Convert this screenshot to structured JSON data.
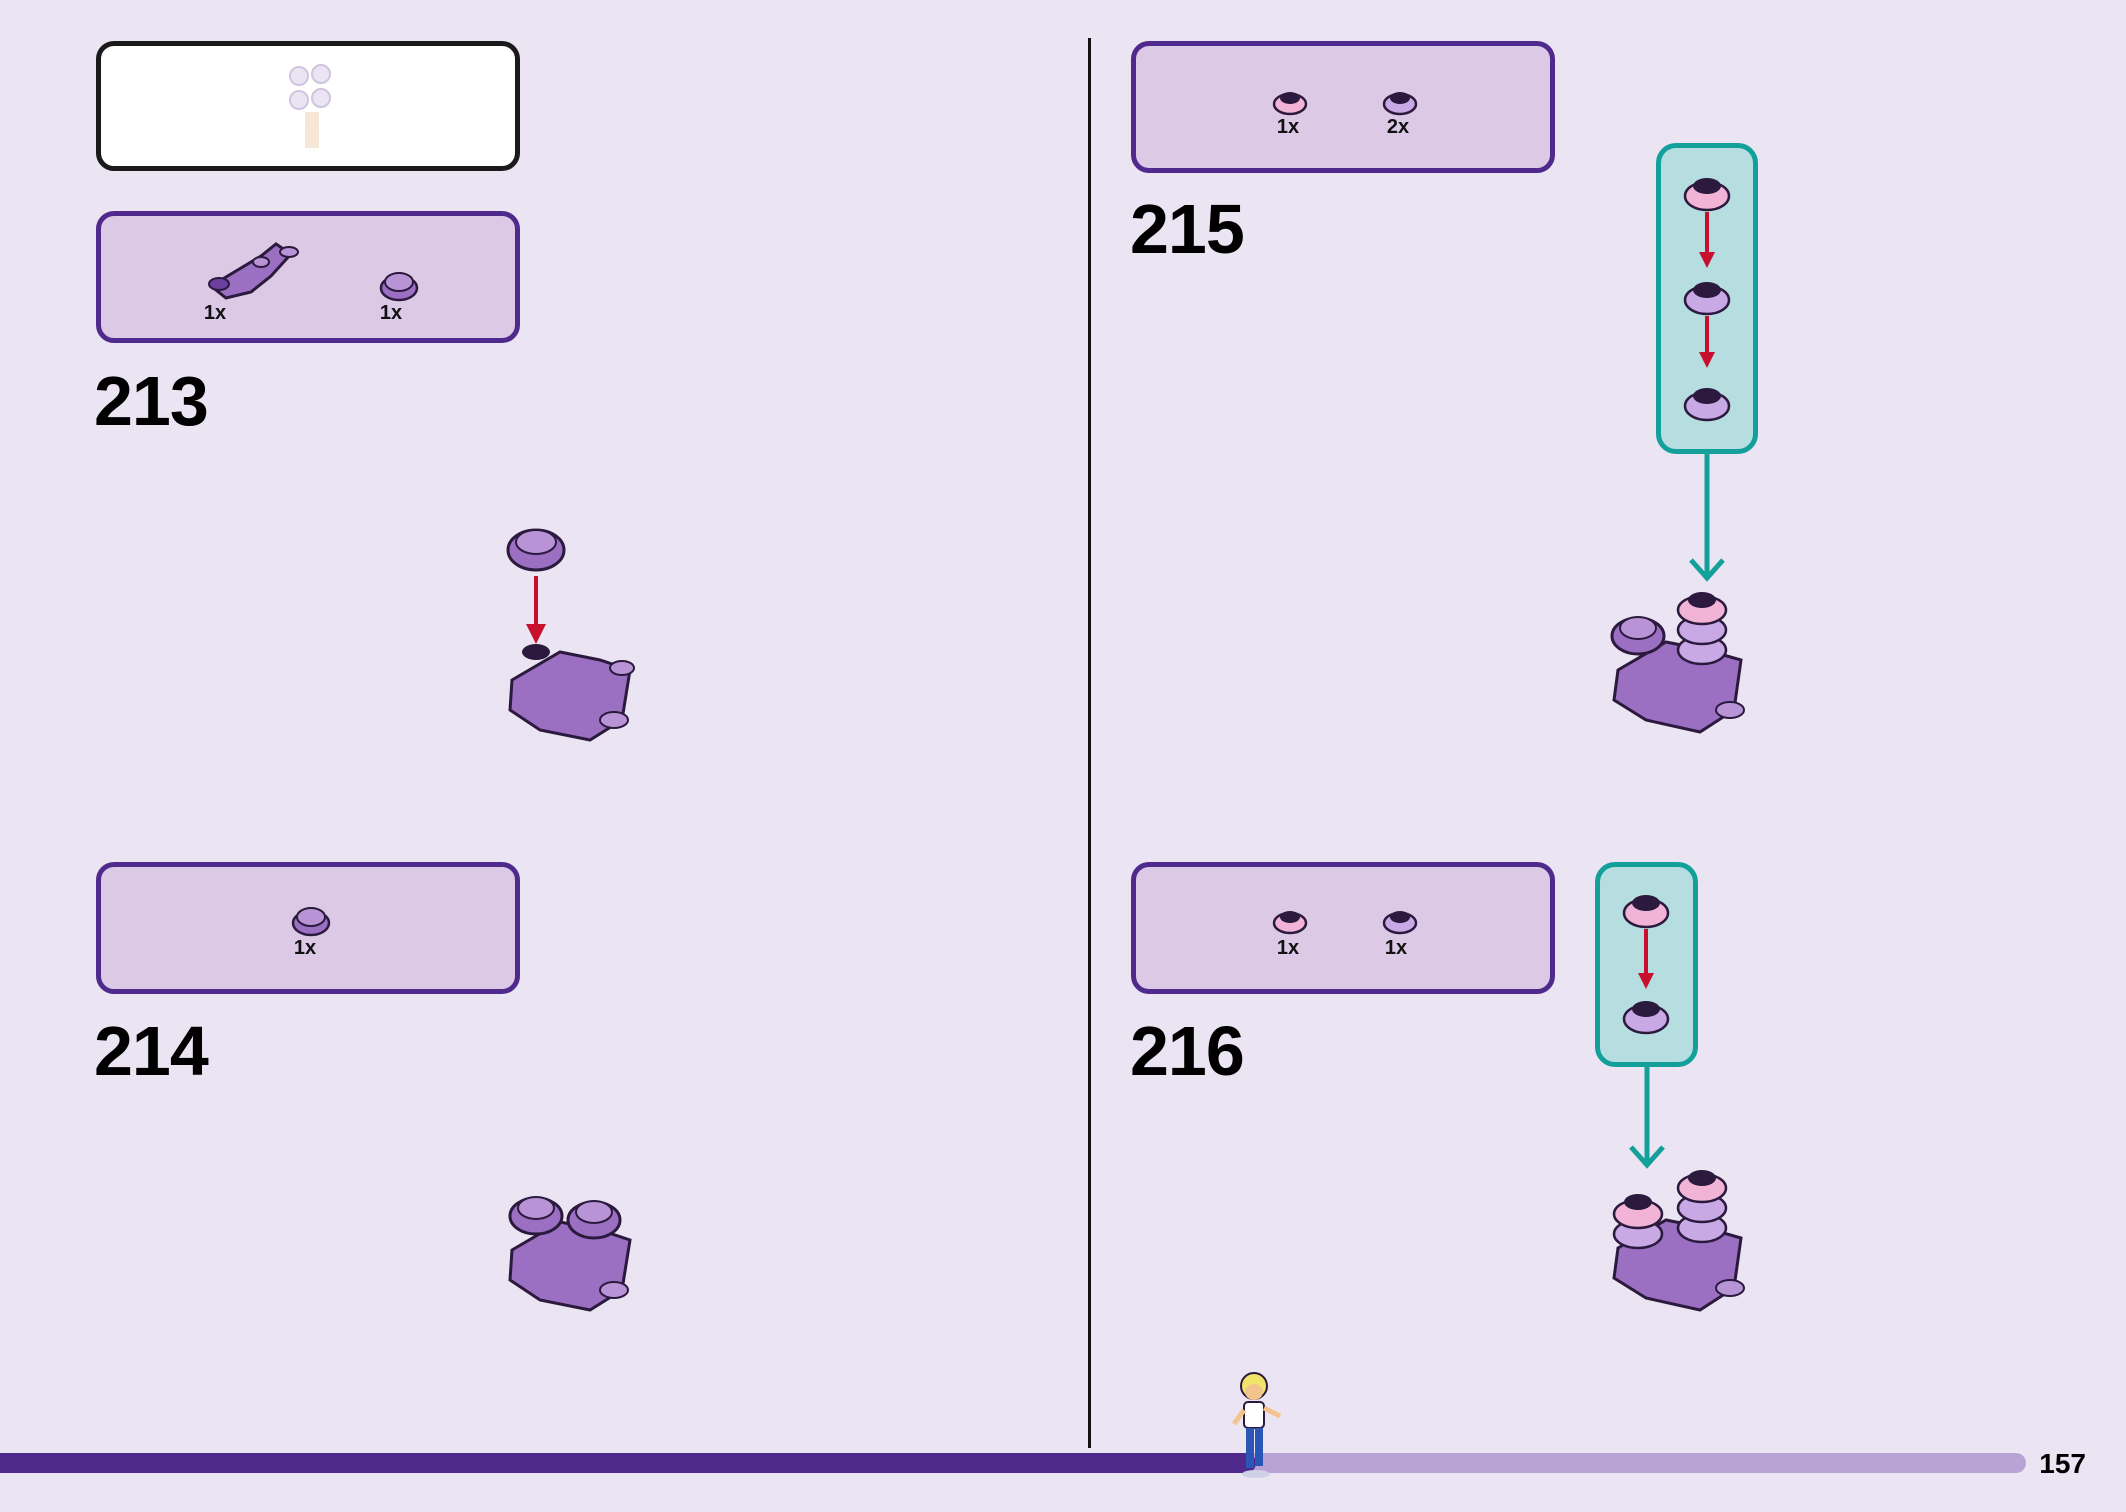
{
  "steps": [
    {
      "number": "213",
      "parts": [
        {
          "qty": "1x",
          "icon": "purple-branch-piece-icon"
        },
        {
          "qty": "1x",
          "icon": "purple-flower-piece-icon"
        }
      ]
    },
    {
      "number": "214",
      "parts": [
        {
          "qty": "1x",
          "icon": "purple-flower-piece-icon"
        }
      ]
    },
    {
      "number": "215",
      "parts": [
        {
          "qty": "1x",
          "icon": "pink-flower-piece-icon"
        },
        {
          "qty": "2x",
          "icon": "lavender-flower-piece-icon"
        }
      ]
    },
    {
      "number": "216",
      "parts": [
        {
          "qty": "1x",
          "icon": "pink-flower-piece-icon"
        },
        {
          "qty": "1x",
          "icon": "lavender-flower-piece-icon"
        }
      ]
    }
  ],
  "page": {
    "number": "157",
    "progress": 0.62
  },
  "colors": {
    "background": "#ebe4f2",
    "callout_border": "#4f2a8c",
    "callout_fill": "#dcc9e6",
    "subassembly_border": "#14a09a",
    "subassembly_fill": "#b6dde0",
    "arrow_red": "#c8102e",
    "brick_purple": "#9b6fc2",
    "brick_pink": "#f1b3d6"
  }
}
